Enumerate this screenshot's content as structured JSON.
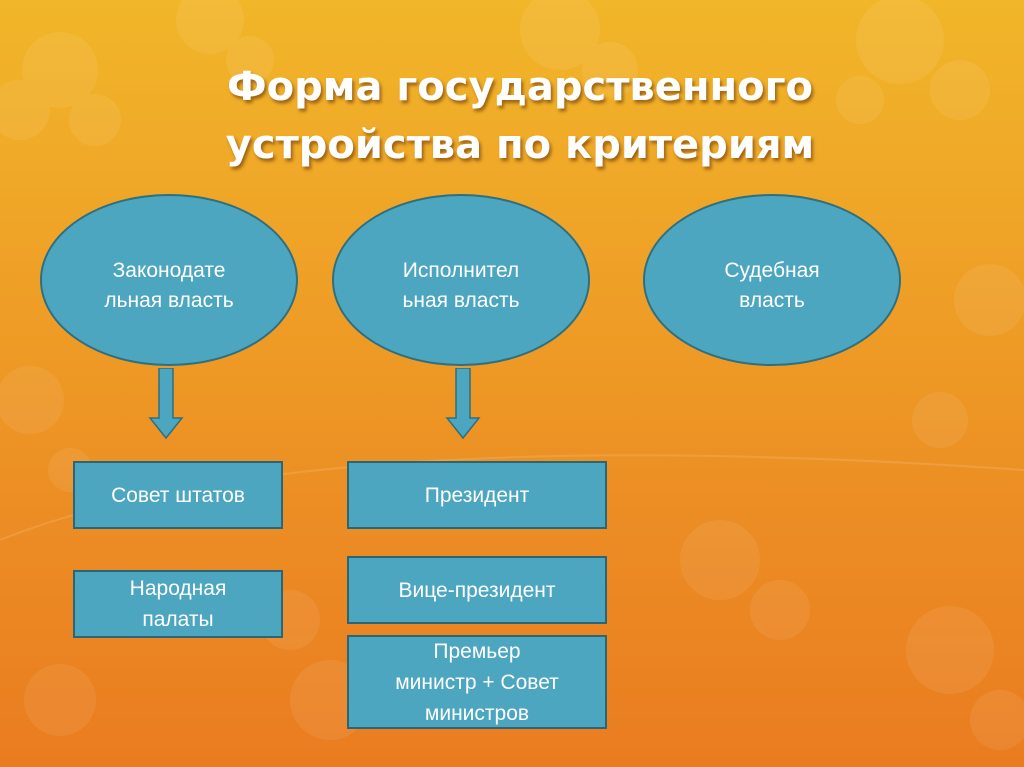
{
  "title": {
    "line1": "Форма государственного",
    "line2": "устройства по критериям"
  },
  "branches": [
    {
      "line1": "Законодате",
      "line2": "льная власть"
    },
    {
      "line1": "Исполнител",
      "line2": "ьная власть"
    },
    {
      "line1": "Судебная",
      "line2": "власть"
    }
  ],
  "legislative_boxes": [
    {
      "line1": "Совет штатов",
      "line2": ""
    },
    {
      "line1": "Народная",
      "line2": "палаты"
    }
  ],
  "executive_boxes": [
    {
      "line1": "Президент",
      "line2": "",
      "line3": ""
    },
    {
      "line1": "Вице-президент",
      "line2": "",
      "line3": ""
    },
    {
      "line1": "Премьер",
      "line2": "министр + Совет",
      "line3": "министров"
    }
  ],
  "colors": {
    "node_fill": "#4da6c0",
    "node_border": "#2e6f80",
    "arrow_fill": "#4da6c0",
    "background_top": "#f1b629",
    "background_bottom": "#ea7c20"
  }
}
